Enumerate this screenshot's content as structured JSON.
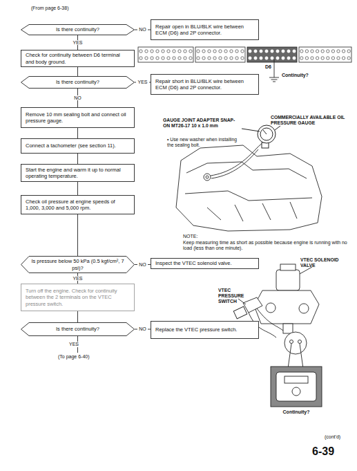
{
  "diagram": {
    "nodes": [
      {
        "text": [
          "Is there continuity?"
        ]
      },
      {
        "text": [
          "Repair open in BLU/BLK wire between ECM (D6) and 2P connector."
        ]
      },
      {
        "text": [
          "Check for continuity between D6 terminal and body ground."
        ]
      },
      {
        "text": [
          "Is there continuity?"
        ]
      },
      {
        "text": [
          "Repair short in BLU/BLK wire between ECM (D6) and 2P connector."
        ]
      },
      {
        "text": [
          "Remove 10 mm sealing bolt and connect oil pressure gauge."
        ]
      },
      {
        "text": [
          "Connect a tachometer (see section 11)."
        ]
      },
      {
        "text": [
          "Start the engine and warm it up to normal operating temperature."
        ]
      },
      {
        "text": [
          "Check oil pressure at engine speeds of 1,000, 3,000 and 5,000 rpm."
        ]
      },
      {
        "text": [
          "Is pressure below 50 kPa (0.5 kgf/cm², 7 psi)?"
        ]
      },
      {
        "text": [
          "Inspect the VTEC solenoid valve."
        ]
      },
      {
        "text": [
          "Turn off the engine. Check for continuity between the 2 terminals on the VTEC pressure switch."
        ]
      },
      {
        "text": [
          "Is there continuity?"
        ]
      },
      {
        "text": [
          "Replace the VTEC pressure switch."
        ]
      }
    ],
    "edges": [
      {
        "from": 0,
        "to": 1,
        "label": "NO",
        "arrow": "none"
      },
      {
        "from": 0,
        "to": 2,
        "label": "YES",
        "arrow": "none"
      },
      {
        "from": 2,
        "to": 3,
        "arrow": "none"
      },
      {
        "from": 3,
        "to": 4,
        "label": "YES",
        "arrow": "none"
      },
      {
        "from": 3,
        "to": 5,
        "label": "NO",
        "arrow": "none"
      },
      {
        "from": 5,
        "to": 6,
        "arrow": "none"
      },
      {
        "from": 6,
        "to": 7,
        "arrow": "none"
      },
      {
        "from": 7,
        "to": 8,
        "arrow": "none"
      },
      {
        "from": 8,
        "to": 9,
        "arrow": "none"
      },
      {
        "from": 9,
        "to": 10,
        "label": "NO",
        "arrow": "none"
      },
      {
        "from": 9,
        "to": 11,
        "label": "YES",
        "arrow": "none"
      },
      {
        "from": 11,
        "to": 12,
        "arrow": "none"
      },
      {
        "from": 12,
        "to": 13,
        "label": "NO",
        "arrow": "none"
      }
    ],
    "labels": [
      "(From page 6-38)",
      "D6",
      "Continuity?",
      "GAUGE JOINT ADAPTER SNAP-ON MT26-17 10 x 1.0 mm",
      "• Use new washer when installing the sealing bolt.",
      "COMMERCIALLY AVAILABLE OIL PRESSURE GAUGE",
      "NOTE:",
      "Keep measuring time as short as possible because engine is running with no load (less than one minute).",
      "VTEC SOLENOID VALVE",
      "VTEC PRESSURE SWITCH",
      "Continuity?",
      "YES",
      "(To page 6-40)",
      "(cont'd)",
      "6-39"
    ]
  }
}
